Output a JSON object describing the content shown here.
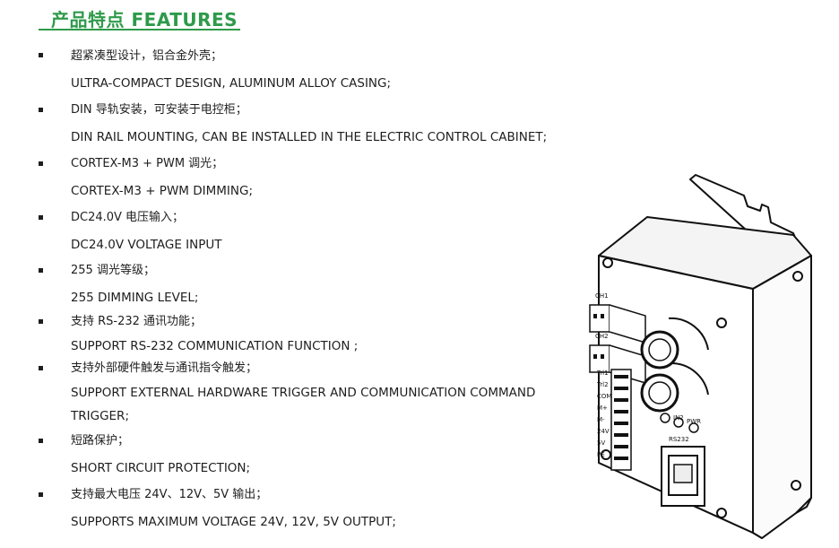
{
  "heading": "产品特点 FEATURES",
  "features": [
    {
      "cn": "超紧凑型设计，铝合金外壳；",
      "en": [
        "ULTRA-COMPACT DESIGN, ALUMINUM ALLOY CASING;"
      ]
    },
    {
      "cn": "DIN 导轨安装，可安装于电控柜；",
      "en": [
        "DIN RAIL MOUNTING, CAN BE INSTALLED IN THE ELECTRIC CONTROL CABINET;"
      ]
    },
    {
      "cn": "CORTEX-M3 + PWM 调光；",
      "en": [
        "CORTEX-M3 + PWM DIMMING;"
      ]
    },
    {
      "cn": "DC24.0V 电压输入；",
      "en": [
        "DC24.0V VOLTAGE INPUT"
      ]
    },
    {
      "cn": "255 调光等级；",
      "en": [
        "255 DIMMING LEVEL;"
      ]
    },
    {
      "cn": "支持 RS-232 通讯功能；",
      "en": [
        "SUPPORT RS-232 COMMUNICATION FUNCTION ;"
      ]
    },
    {
      "cn": "支持外部硬件触发与通讯指令触发；",
      "en": [
        "SUPPORT EXTERNAL HARDWARE TRIGGER AND COMMUNICATION COMMAND",
        "TRIGGER;"
      ]
    },
    {
      "cn": "短路保护；",
      "en": [
        "SHORT CIRCUIT PROTECTION;"
      ]
    },
    {
      "cn": "支持最大电压 24V、12V、5V 输出；",
      "en": [
        "SUPPORTS MAXIMUM VOLTAGE 24V, 12V, 5V OUTPUT;"
      ]
    }
  ],
  "device": {
    "terminal_labels": [
      "Trl1",
      "Trl2",
      "COM",
      "M+",
      "M-",
      "24V",
      "5V",
      "PE"
    ],
    "channel_labels": [
      "CH1",
      "CH2"
    ],
    "led_labels": [
      "IN2",
      "PWR"
    ],
    "port_label": "RS232"
  }
}
